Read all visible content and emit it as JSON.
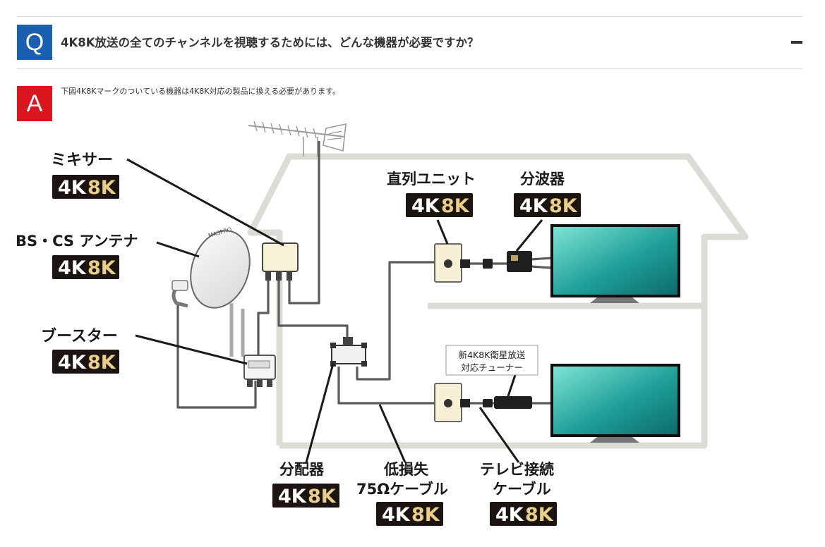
{
  "faq": {
    "question_mark": "Q",
    "question": "4K8K放送の全てのチャンネルを視聴するためには、どんな機器が必要ですか？",
    "answer_mark": "A",
    "answer": "下図4K8Kマークのついている機器は4K8K対応の製品に換える必要があります。"
  },
  "diagram": {
    "badge": {
      "part_a": "4K",
      "part_b": "8K"
    },
    "labels": {
      "mixer": "ミキサー",
      "antenna": "BS・CS アンテナ",
      "booster": "ブースター",
      "unit": "直列ユニット",
      "separator": "分波器",
      "splitter": "分配器",
      "cable_line1": "低損失",
      "cable_line2": "75Ωケーブル",
      "tvcable_line1": "テレビ接続",
      "tvcable_line2": "ケーブル",
      "tuner_line1": "新4K8K衛星放送",
      "tuner_line2": "対応チューナー",
      "dish_brand": "MASPRO"
    },
    "colors": {
      "q_blue": "#1b5fb0",
      "a_red": "#d9161d",
      "badge_bg": "#1c1410",
      "badge_4k": "#ffffff",
      "badge_8k": "#e9cf8a",
      "house": "#dcdcd6"
    }
  }
}
